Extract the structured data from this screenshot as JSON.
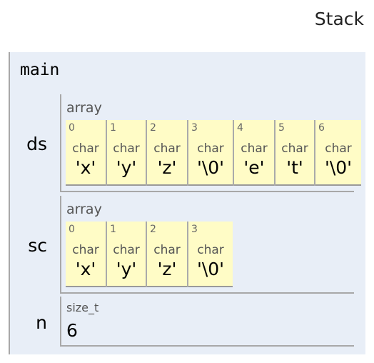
{
  "stack_label": "Stack",
  "frame": {
    "name": "main",
    "vars": {
      "ds": {
        "name": "ds",
        "type": "array",
        "cells": [
          {
            "index": "0",
            "type": "char",
            "value": "'x'"
          },
          {
            "index": "1",
            "type": "char",
            "value": "'y'"
          },
          {
            "index": "2",
            "type": "char",
            "value": "'z'"
          },
          {
            "index": "3",
            "type": "char",
            "value": "'\\0'"
          },
          {
            "index": "4",
            "type": "char",
            "value": "'e'"
          },
          {
            "index": "5",
            "type": "char",
            "value": "'t'"
          },
          {
            "index": "6",
            "type": "char",
            "value": "'\\0'"
          }
        ]
      },
      "sc": {
        "name": "sc",
        "type": "array",
        "cells": [
          {
            "index": "0",
            "type": "char",
            "value": "'x'"
          },
          {
            "index": "1",
            "type": "char",
            "value": "'y'"
          },
          {
            "index": "2",
            "type": "char",
            "value": "'z'"
          },
          {
            "index": "3",
            "type": "char",
            "value": "'\\0'"
          }
        ]
      },
      "n": {
        "name": "n",
        "type": "size_t",
        "value": "6"
      }
    }
  }
}
